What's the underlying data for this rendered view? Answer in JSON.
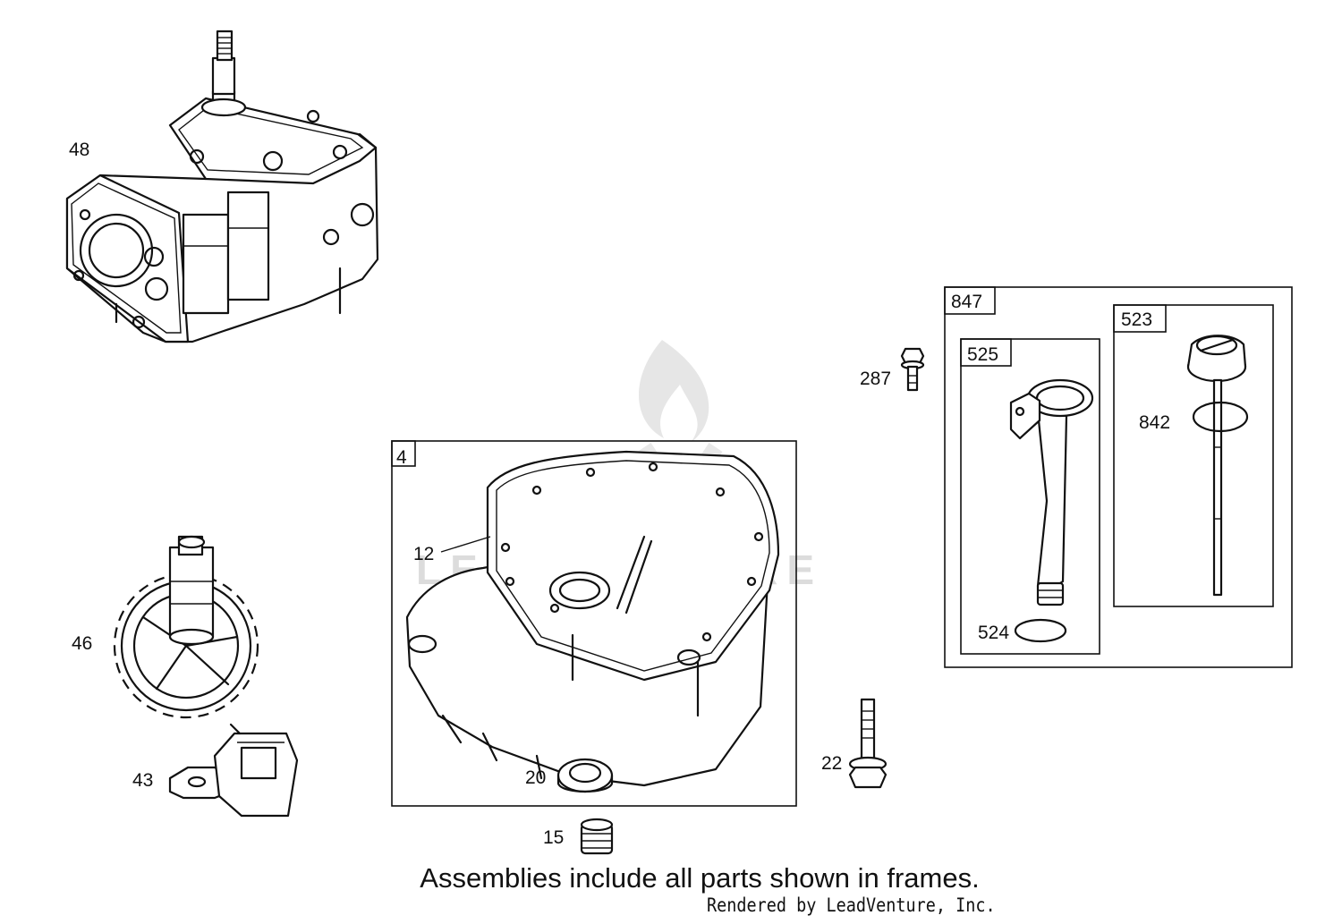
{
  "watermark": {
    "text": "LEADVENTURE"
  },
  "callouts": {
    "c48": "48",
    "c46": "46",
    "c43": "43",
    "c12": "12",
    "c20": "20",
    "c15": "15",
    "c22": "22",
    "c287": "287",
    "c842": "842",
    "c524": "524"
  },
  "frame_tags": {
    "t4": "4",
    "t847": "847",
    "t525": "525",
    "t523": "523"
  },
  "caption": "Assemblies include all parts shown in frames.",
  "credit": "Rendered by LeadVenture, Inc."
}
